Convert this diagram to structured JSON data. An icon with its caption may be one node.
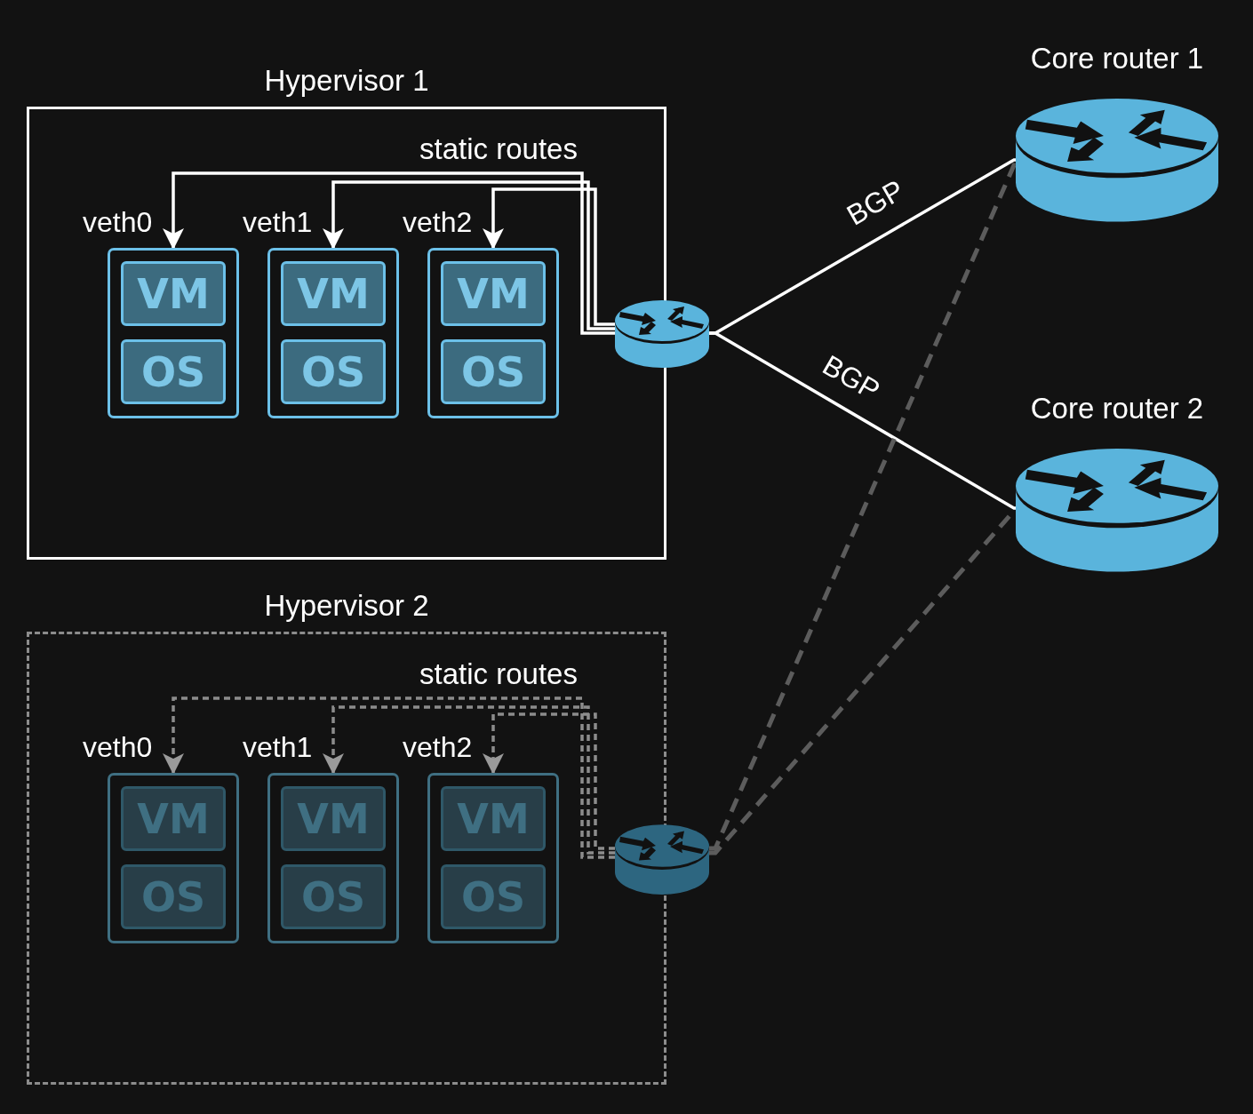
{
  "diagram": {
    "nodes": [
      {
        "text": [
          "Hypervisor 1"
        ]
      },
      {
        "text": [],
        "shape": "box",
        "in": 0,
        "beside": [
          "veth0"
        ]
      },
      {
        "text": [
          "VM"
        ],
        "in": 1
      },
      {
        "text": [
          "OS"
        ],
        "in": 1
      },
      {
        "text": [],
        "shape": "box",
        "in": 0,
        "beside": [
          "veth1"
        ]
      },
      {
        "text": [
          "VM"
        ],
        "in": 4
      },
      {
        "text": [
          "OS"
        ],
        "in": 4
      },
      {
        "text": [],
        "shape": "box",
        "in": 0,
        "beside": [
          "veth2"
        ]
      },
      {
        "text": [
          "VM"
        ],
        "in": 7
      },
      {
        "text": [
          "OS"
        ],
        "in": 7
      },
      {
        "text": [],
        "shape": "cylinder",
        "in": 0
      },
      {
        "text": [
          "Core router 1"
        ]
      },
      {
        "text": [
          "Core router 2"
        ]
      },
      {
        "text": [
          "Hypervisor 2"
        ]
      },
      {
        "text": [],
        "shape": "box",
        "in": 13,
        "beside": [
          "veth0"
        ]
      },
      {
        "text": [
          "VM"
        ],
        "in": 14
      },
      {
        "text": [
          "OS"
        ],
        "in": 14
      },
      {
        "text": [],
        "shape": "box",
        "in": 13,
        "beside": [
          "veth1"
        ]
      },
      {
        "text": [
          "VM"
        ],
        "in": 17
      },
      {
        "text": [
          "OS"
        ],
        "in": 17
      },
      {
        "text": [],
        "shape": "box",
        "in": 13,
        "beside": [
          "veth2"
        ]
      },
      {
        "text": [
          "VM"
        ],
        "in": 20
      },
      {
        "text": [
          "OS"
        ],
        "in": 20
      },
      {
        "text": [],
        "shape": "cylinder",
        "in": 13
      }
    ],
    "edges": [
      {
        "from": 10,
        "to": 1,
        "arrow": "to"
      },
      {
        "from": 10,
        "to": 4,
        "arrow": "to"
      },
      {
        "from": 10,
        "to": 7,
        "arrow": "to"
      },
      {
        "from": 10,
        "to": 11,
        "arrow": "none",
        "label": "BGP"
      },
      {
        "from": 10,
        "to": 12,
        "arrow": "none",
        "label": "BGP"
      },
      {
        "from": 23,
        "to": 14,
        "arrow": "to",
        "style": "dashed",
        "color": "#8c8c8c"
      },
      {
        "from": 23,
        "to": 17,
        "arrow": "to",
        "style": "dashed",
        "color": "#8c8c8c"
      },
      {
        "from": 23,
        "to": 20,
        "arrow": "to",
        "style": "dashed",
        "color": "#8c8c8c"
      },
      {
        "from": 23,
        "to": 11,
        "arrow": "none",
        "style": "dashed",
        "color": "#5c5c5c"
      },
      {
        "from": 23,
        "to": 12,
        "arrow": "none",
        "style": "dashed",
        "color": "#5c5c5c"
      }
    ],
    "labels": [
      "static routes",
      "static routes"
    ]
  }
}
